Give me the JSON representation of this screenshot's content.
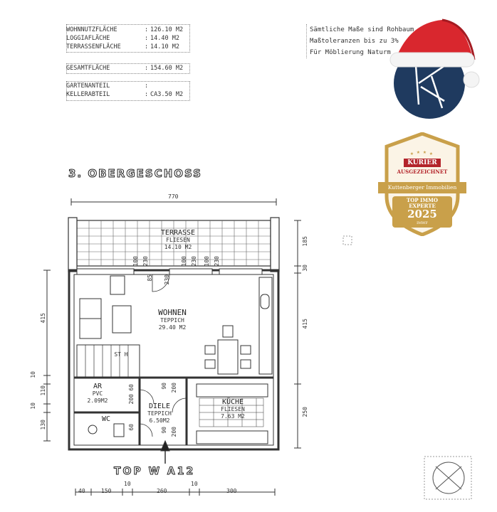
{
  "areas": [
    {
      "label": "WOHNNUTZFLÄCHE",
      "value": "126.10 M2"
    },
    {
      "label": "LOGGIAFLÄCHE",
      "value": "14.40 M2"
    },
    {
      "label": "TERRASSENFLÄCHE",
      "value": "14.10 M2"
    },
    {
      "label": "GESAMTFLÄCHE",
      "value": "154.60 M2"
    },
    {
      "label": "GARTENANTEIL",
      "value": ""
    },
    {
      "label": "KELLERABTEIL",
      "value": "CA3.50 M2"
    }
  ],
  "note_lines": [
    "Sämtliche Maße sind Rohbaum",
    "Maßtoleranzen bis zu 3%",
    "Für Möblierung Naturm"
  ],
  "floor_title": "3. OBERGESCHOSS",
  "unit_label": "TOP W A12",
  "rooms": {
    "terrace": {
      "name": "TERRASSE",
      "floor": "FLIESEN",
      "area": "14.10 M2"
    },
    "living": {
      "name": "WOHNEN",
      "floor": "TEPPICH",
      "area": "29.40 M2"
    },
    "storage": {
      "name": "AR",
      "floor": "PVC",
      "area": "2.09M2"
    },
    "hall": {
      "name": "DIELE",
      "floor": "TEPPICH",
      "area": "6.50M2"
    },
    "kitchen": {
      "name": "KÜCHE",
      "floor": "FLIESEN",
      "area": "7.63 M2"
    },
    "wc": {
      "name": "WC",
      "floor": "",
      "area": ""
    },
    "stairs": {
      "name": "ST H",
      "floor": "",
      "area": ""
    }
  },
  "dims": {
    "top_width": "770",
    "bottom": [
      "40",
      "150",
      "10",
      "260",
      "10",
      "300"
    ],
    "left": [
      "415",
      "10",
      "110",
      "10",
      "130"
    ],
    "right": [
      "185",
      "30",
      "415",
      "250"
    ],
    "inner": [
      "100",
      "230",
      "100",
      "230",
      "100",
      "230",
      "85",
      "230",
      "90",
      "200",
      "90",
      "200",
      "60",
      "200",
      "60"
    ]
  },
  "badge": {
    "brand": "KURIER",
    "sub": "AUSGEZEICHNET",
    "company": "Kuttenberger Immobilien",
    "line1": "TOP IMMO",
    "line2": "EXPERTE",
    "year": "2025",
    "source": "IMWF"
  },
  "colors": {
    "logo_navy": "#1f3a5f",
    "hat_red": "#d9272e",
    "badge_gold": "#c9a04a",
    "badge_red": "#b3242a"
  }
}
